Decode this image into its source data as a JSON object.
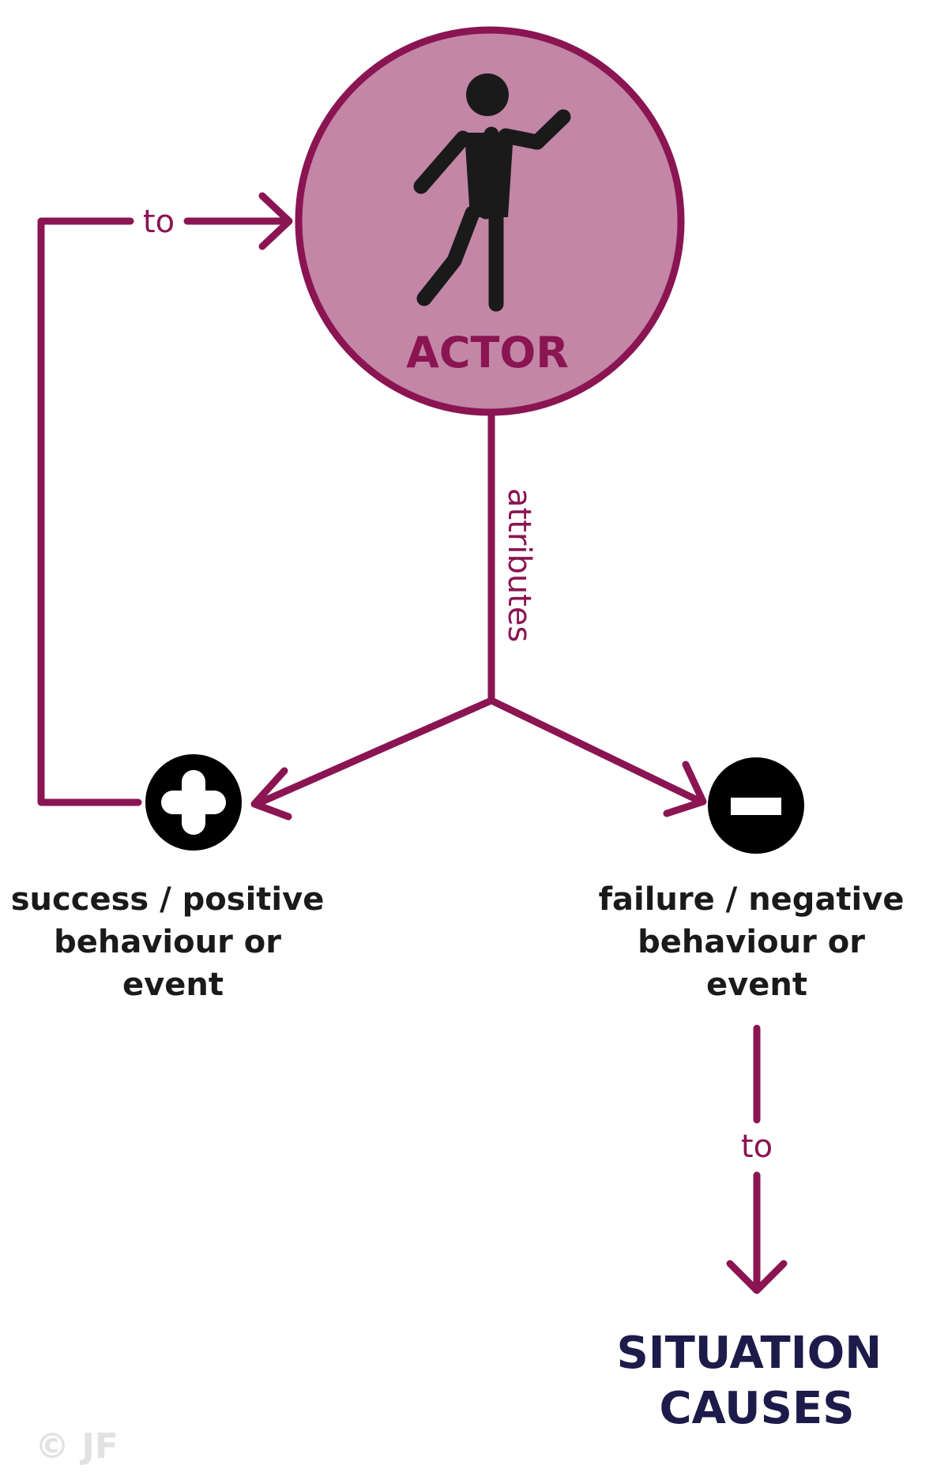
{
  "actor": {
    "label": "ACTOR",
    "icon": "person-icon"
  },
  "connectors": {
    "attributes_label": "attributes",
    "feedback_label": "to",
    "consequence_label": "to"
  },
  "outcomes": {
    "positive": {
      "icon": "plus-icon",
      "lines": [
        "success / positive",
        "behaviour or",
        "event"
      ]
    },
    "negative": {
      "icon": "minus-icon",
      "lines": [
        "failure / negative",
        "behaviour or",
        "event"
      ]
    }
  },
  "result": {
    "lines": [
      "SITUATION",
      "CAUSES"
    ]
  },
  "copyright": "© JF",
  "colors": {
    "accent": "#8a1552",
    "actor_fill": "#c386a6",
    "result_text": "#1c1b4a",
    "outcome_text": "#1a1a1a",
    "icon_fill": "#000000"
  }
}
